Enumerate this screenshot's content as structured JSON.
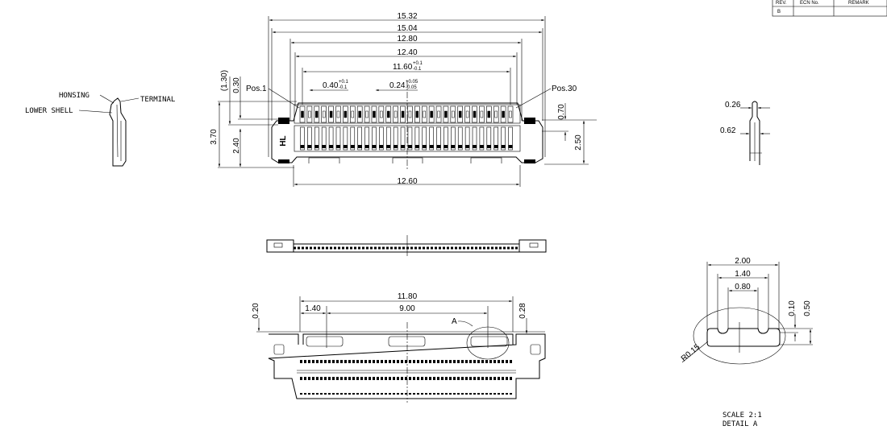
{
  "revision_table": {
    "headers": [
      "REV.",
      "ECN No.",
      "REMARK"
    ],
    "rows": [
      [
        "B",
        "",
        ""
      ]
    ]
  },
  "side_view": {
    "labels": {
      "housing": "HONSING",
      "terminal": "TERMINAL",
      "lower_shell": "LOWER SHELL"
    }
  },
  "top_view": {
    "dims": {
      "overall": "15.32",
      "shell": "15.04",
      "housing_outer": "12.80",
      "housing_inner": "12.40",
      "pin_span": "11.60",
      "pin_span_tol_plus": "+0.1",
      "pin_span_tol_minus": "-0.1",
      "pitch": "0.40",
      "pitch_tol_plus": "+0.1",
      "pitch_tol_minus": "-0.1",
      "pin_width": "0.24",
      "pin_width_tol_plus": "+0.05",
      "pin_width_tol_minus": "-0.05",
      "h_1_30": "(1.30)",
      "h_0_30": "0.30",
      "h_3_70": "3.70",
      "h_2_40": "2.40",
      "h_0_70": "0.70",
      "h_2_50": "2.50",
      "bottom_width": "12.60"
    },
    "pos_first": "Pos.1",
    "pos_last": "Pos.30",
    "marking": "HL",
    "pin_count": 30
  },
  "terminal_detail": {
    "dims": {
      "tip": "0.26",
      "width": "0.62"
    }
  },
  "bottom_view": {
    "dims": {
      "span": "11.80",
      "edge": "1.40",
      "slot_pitch": "9.00",
      "left_h": "0.20",
      "right_h": "0.28"
    },
    "detail_callout": "A"
  },
  "detail_a": {
    "dims": {
      "outer": "2.00",
      "mid": "1.40",
      "inner": "0.80",
      "notch": "0.10",
      "height": "0.50",
      "radius": "R0.15"
    },
    "scale": "SCALE 2:1",
    "title": "DETAIL A"
  }
}
